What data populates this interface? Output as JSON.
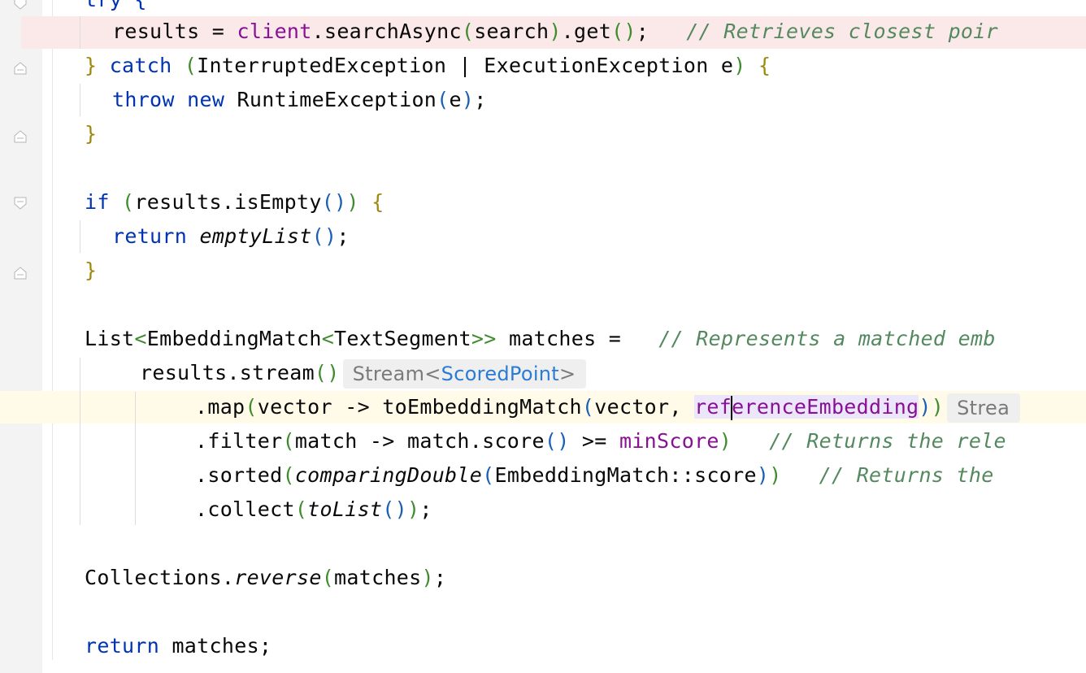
{
  "editor": {
    "lines": [
      {
        "id": "try",
        "text": "try {"
      },
      {
        "id": "results-assign",
        "t1": "results = ",
        "t2": "client",
        "t3": ".searchAsync",
        "t4": "(",
        "t5": "search",
        "t6": ")",
        "t7": ".get",
        "t8": "()",
        "t9": ";",
        "comment": "// Retrieves closest poir"
      },
      {
        "id": "catch",
        "t1": "} ",
        "kw": "catch",
        "t2": " (",
        "t3": "InterruptedException | ExecutionException e",
        "t4": ")",
        "t5": " {"
      },
      {
        "id": "throw",
        "kw1": "throw",
        "kw2": "new",
        "t1": " RuntimeException",
        "t2": "(",
        "t3": "e",
        "t4": ")",
        "t5": ";"
      },
      {
        "id": "close1",
        "text": "}"
      },
      {
        "id": "if",
        "kw": "if",
        "t1": " (",
        "t2": "results.isEmpty",
        "t3": "()",
        "t4": ")",
        "t5": " {"
      },
      {
        "id": "return-empty",
        "kw": "return",
        "t1": "emptyList",
        "t2": "()",
        "t3": ";"
      },
      {
        "id": "close2",
        "text": "}"
      },
      {
        "id": "list-decl",
        "t1": "List",
        "t2": "<",
        "t3": "EmbeddingMatch",
        "t4": "<",
        "t5": "TextSegment",
        "t6": ">>",
        "t7": " matches =",
        "comment": "// Represents a matched emb"
      },
      {
        "id": "stream",
        "t1": "results.stream",
        "t2": "()",
        "hint_prefix": "Stream<",
        "hint_type": "ScoredPoint",
        "hint_suffix": ">"
      },
      {
        "id": "map",
        "t1": ".map",
        "t2": "(",
        "t3": "vector -> toEmbeddingMatch",
        "t4": "(",
        "t5": "vector, ",
        "t6a": "ref",
        "t6b": "erenceEmbedding",
        "t7": ")",
        "t8": ")",
        "hint": "Strea"
      },
      {
        "id": "filter",
        "t1": ".filter",
        "t2": "(",
        "t3": "match -> match.score",
        "t4": "()",
        "t5": " >= ",
        "t6": "minScore",
        "t7": ")",
        "comment": "// Returns the rele"
      },
      {
        "id": "sorted",
        "t1": ".sorted",
        "t2": "(",
        "t3": "comparingDouble",
        "t4": "(",
        "t5": "EmbeddingMatch::score",
        "t6": ")",
        "t7": ")",
        "comment": "// Returns the"
      },
      {
        "id": "collect",
        "t1": ".collect",
        "t2": "(",
        "t3": "toList",
        "t4": "()",
        "t5": ")",
        "t6": ";"
      },
      {
        "id": "reverse",
        "t1": "Collections.",
        "t2": "reverse",
        "t3": "(",
        "t4": "matches",
        "t5": ")",
        "t6": ";"
      },
      {
        "id": "return-matches",
        "kw": "return",
        "t1": " matches;"
      }
    ]
  },
  "colors": {
    "keyword": "#0033b3",
    "field": "#871094",
    "comment": "#54895f",
    "hint_type": "#2a7bd6"
  },
  "icons": [
    "fold-collapse-icon",
    "fold-end-icon"
  ]
}
